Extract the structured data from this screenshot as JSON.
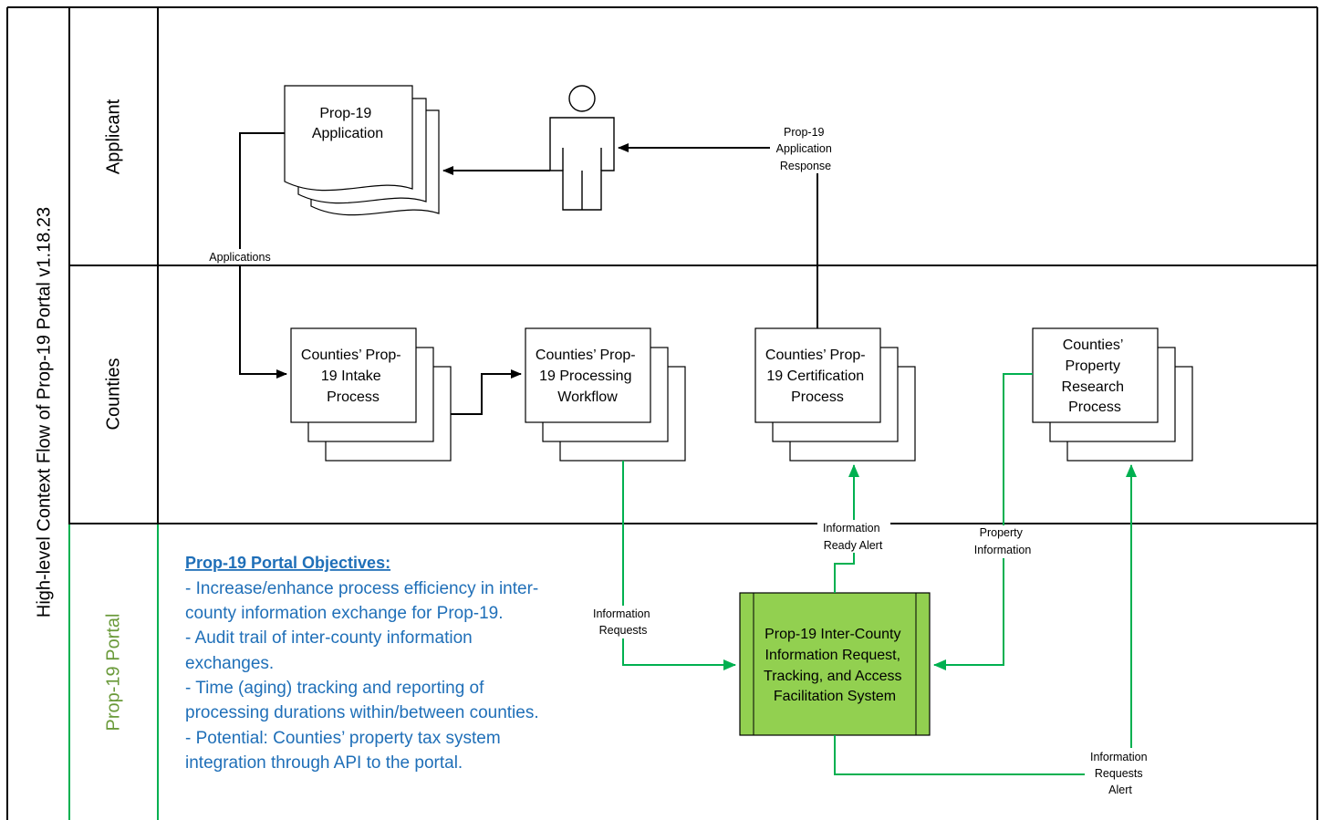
{
  "diagram_title": "High-level Context Flow of Prop-19 Portal v1.18.23",
  "lanes": {
    "applicant": "Applicant",
    "counties": "Counties",
    "portal": "Prop-19 Portal"
  },
  "nodes": {
    "application_doc": [
      "Prop-19",
      "Application"
    ],
    "intake": [
      "Counties’ Prop-",
      "19 Intake",
      "Process"
    ],
    "processing": [
      "Counties’ Prop-",
      "19 Processing",
      "Workflow"
    ],
    "certification": [
      "Counties’ Prop-",
      "19 Certification",
      "Process"
    ],
    "research": [
      "Counties’",
      "Property",
      "Research",
      "Process"
    ],
    "system": [
      "Prop-19 Inter-County",
      "Information Request,",
      "Tracking, and Access",
      "Facilitation System"
    ]
  },
  "edge_labels": {
    "applications": "Applications",
    "app_response": [
      "Prop-19",
      "Application",
      "Response"
    ],
    "info_requests": [
      "Information",
      "Requests"
    ],
    "info_ready_alert": [
      "Information",
      "Ready Alert"
    ],
    "property_info": [
      "Property",
      "Information"
    ],
    "info_requests_alert": [
      "Information",
      "Requests",
      "Alert"
    ]
  },
  "objectives": {
    "title": "Prop-19 Portal Objectives:",
    "lines": [
      "- Increase/enhance process efficiency in inter-",
      "county information exchange for Prop-19.",
      "- Audit trail of inter-county information",
      "exchanges.",
      "- Time (aging) tracking and reporting of",
      "processing durations within/between counties.",
      "- Potential: Counties’ property tax system",
      "integration through API to the portal."
    ]
  },
  "colors": {
    "portal_green": "#00b050",
    "system_fill": "#92d050",
    "objective_blue": "#1f6fb8",
    "portal_label": "#6a9a3a"
  }
}
